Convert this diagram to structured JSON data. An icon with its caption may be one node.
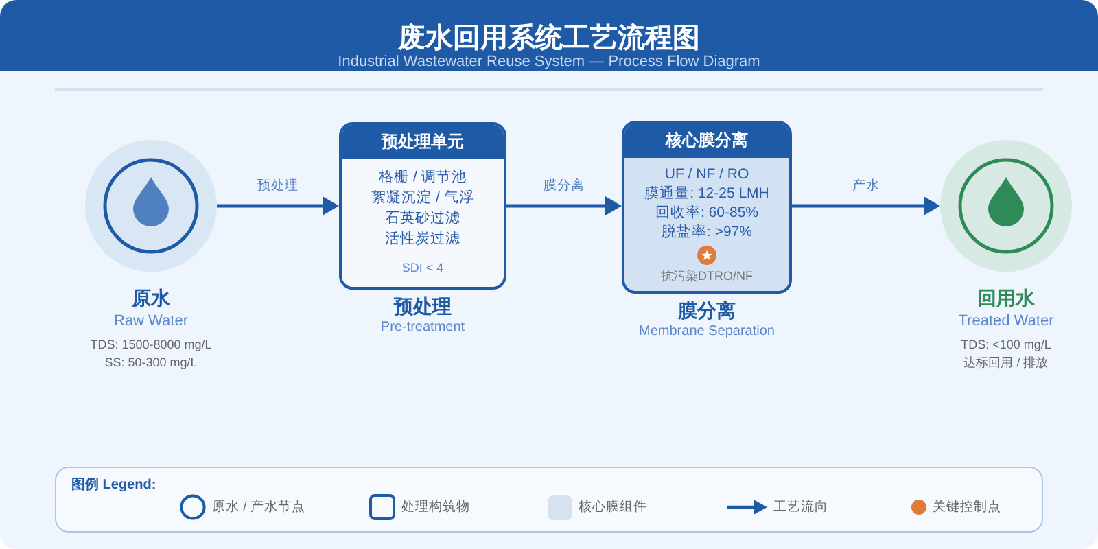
{
  "diagram": {
    "title": "废水回用系统工艺流程图",
    "nodes": [
      {
        "text": [
          "原水",
          "Raw Water"
        ],
        "beside": [
          "TDS: 1500-8000 mg/L",
          "SS: 50-300 mg/L"
        ]
      },
      {
        "text": [
          "预处理单元",
          "格栅 / 调节池",
          "絮凝沉淀 / 气浮",
          "石英砂过滤",
          "活性炭过滤",
          "SDI < 4"
        ],
        "beside": [
          "预处理",
          "Pre-treatment"
        ]
      },
      {
        "text": [
          "核心膜分离",
          "UF / NF / RO",
          "膜通量: 12-25 LMH",
          "回收率: 60-85%",
          "脱盐率: >97%",
          "抗污染DTRO/NF"
        ],
        "beside": [
          "膜分离",
          "Membrane Separation"
        ]
      },
      {
        "text": [
          "回用水",
          "Treated Water"
        ],
        "beside": [
          "TDS: <100 mg/L",
          "达标回用 / 排放"
        ]
      }
    ],
    "edges": [
      {
        "from": 0,
        "to": 1,
        "arrow": "to",
        "label": "预处理"
      },
      {
        "from": 1,
        "to": 2,
        "arrow": "to",
        "label": "膜分离"
      },
      {
        "from": 2,
        "to": 3,
        "arrow": "to",
        "label": "产水"
      }
    ],
    "labels": [
      "Industrial Wastewater Reuse System — Process Flow Diagram",
      "图例 Legend:"
    ],
    "legend": [
      {
        "text": "原水 / 产水节点"
      },
      {
        "text": "处理构筑物"
      },
      {
        "text": "核心膜组件",
        "color": "#d6e2f1"
      },
      {
        "text": "工艺流向"
      },
      {
        "text": "关键控制点",
        "color": "#e07b39"
      }
    ]
  }
}
